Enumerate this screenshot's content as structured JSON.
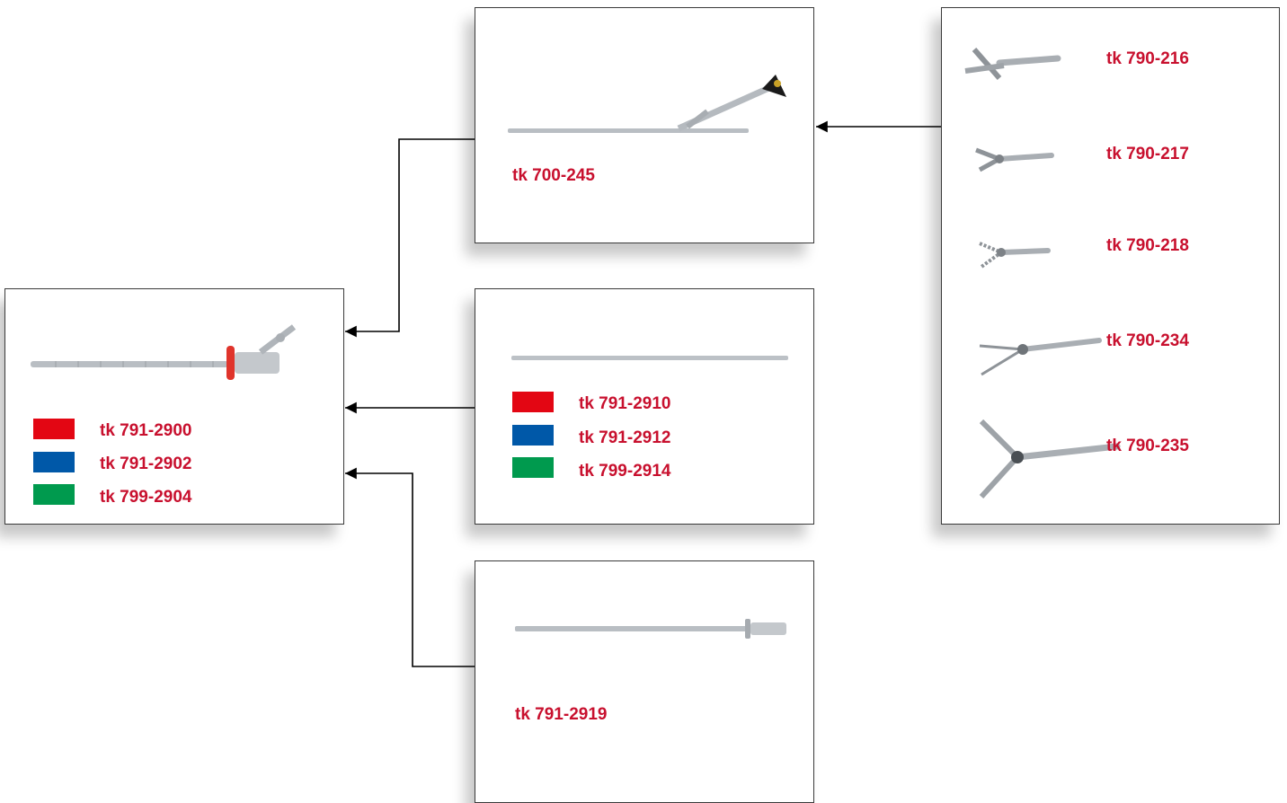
{
  "colors": {
    "label": "#c8102e",
    "red": "#e30613",
    "blue": "#0058a8",
    "green": "#009a4e"
  },
  "box_left": {
    "image": "trocar-sleeve-with-valve",
    "items": [
      {
        "color": "red",
        "label": "tk 791-2900"
      },
      {
        "color": "blue",
        "label": "tk 791-2902"
      },
      {
        "color": "green",
        "label": "tk 799-2904"
      }
    ]
  },
  "box_top": {
    "image": "working-element-with-eyepiece",
    "label": "tk 700-245"
  },
  "box_mid": {
    "image": "obturator-rod",
    "items": [
      {
        "color": "red",
        "label": "tk 791-2910"
      },
      {
        "color": "blue",
        "label": "tk 791-2912"
      },
      {
        "color": "green",
        "label": "tk 799-2914"
      }
    ]
  },
  "box_bottom": {
    "image": "cannula-with-connector",
    "label": "tk 791-2919"
  },
  "box_right": {
    "items": [
      {
        "image": "forceps-insert",
        "label": "tk 790-216"
      },
      {
        "image": "forceps-insert",
        "label": "tk 790-217"
      },
      {
        "image": "forceps-insert",
        "label": "tk 790-218"
      },
      {
        "image": "forceps-insert",
        "label": "tk 790-234"
      },
      {
        "image": "forceps-insert",
        "label": "tk 790-235"
      }
    ]
  }
}
